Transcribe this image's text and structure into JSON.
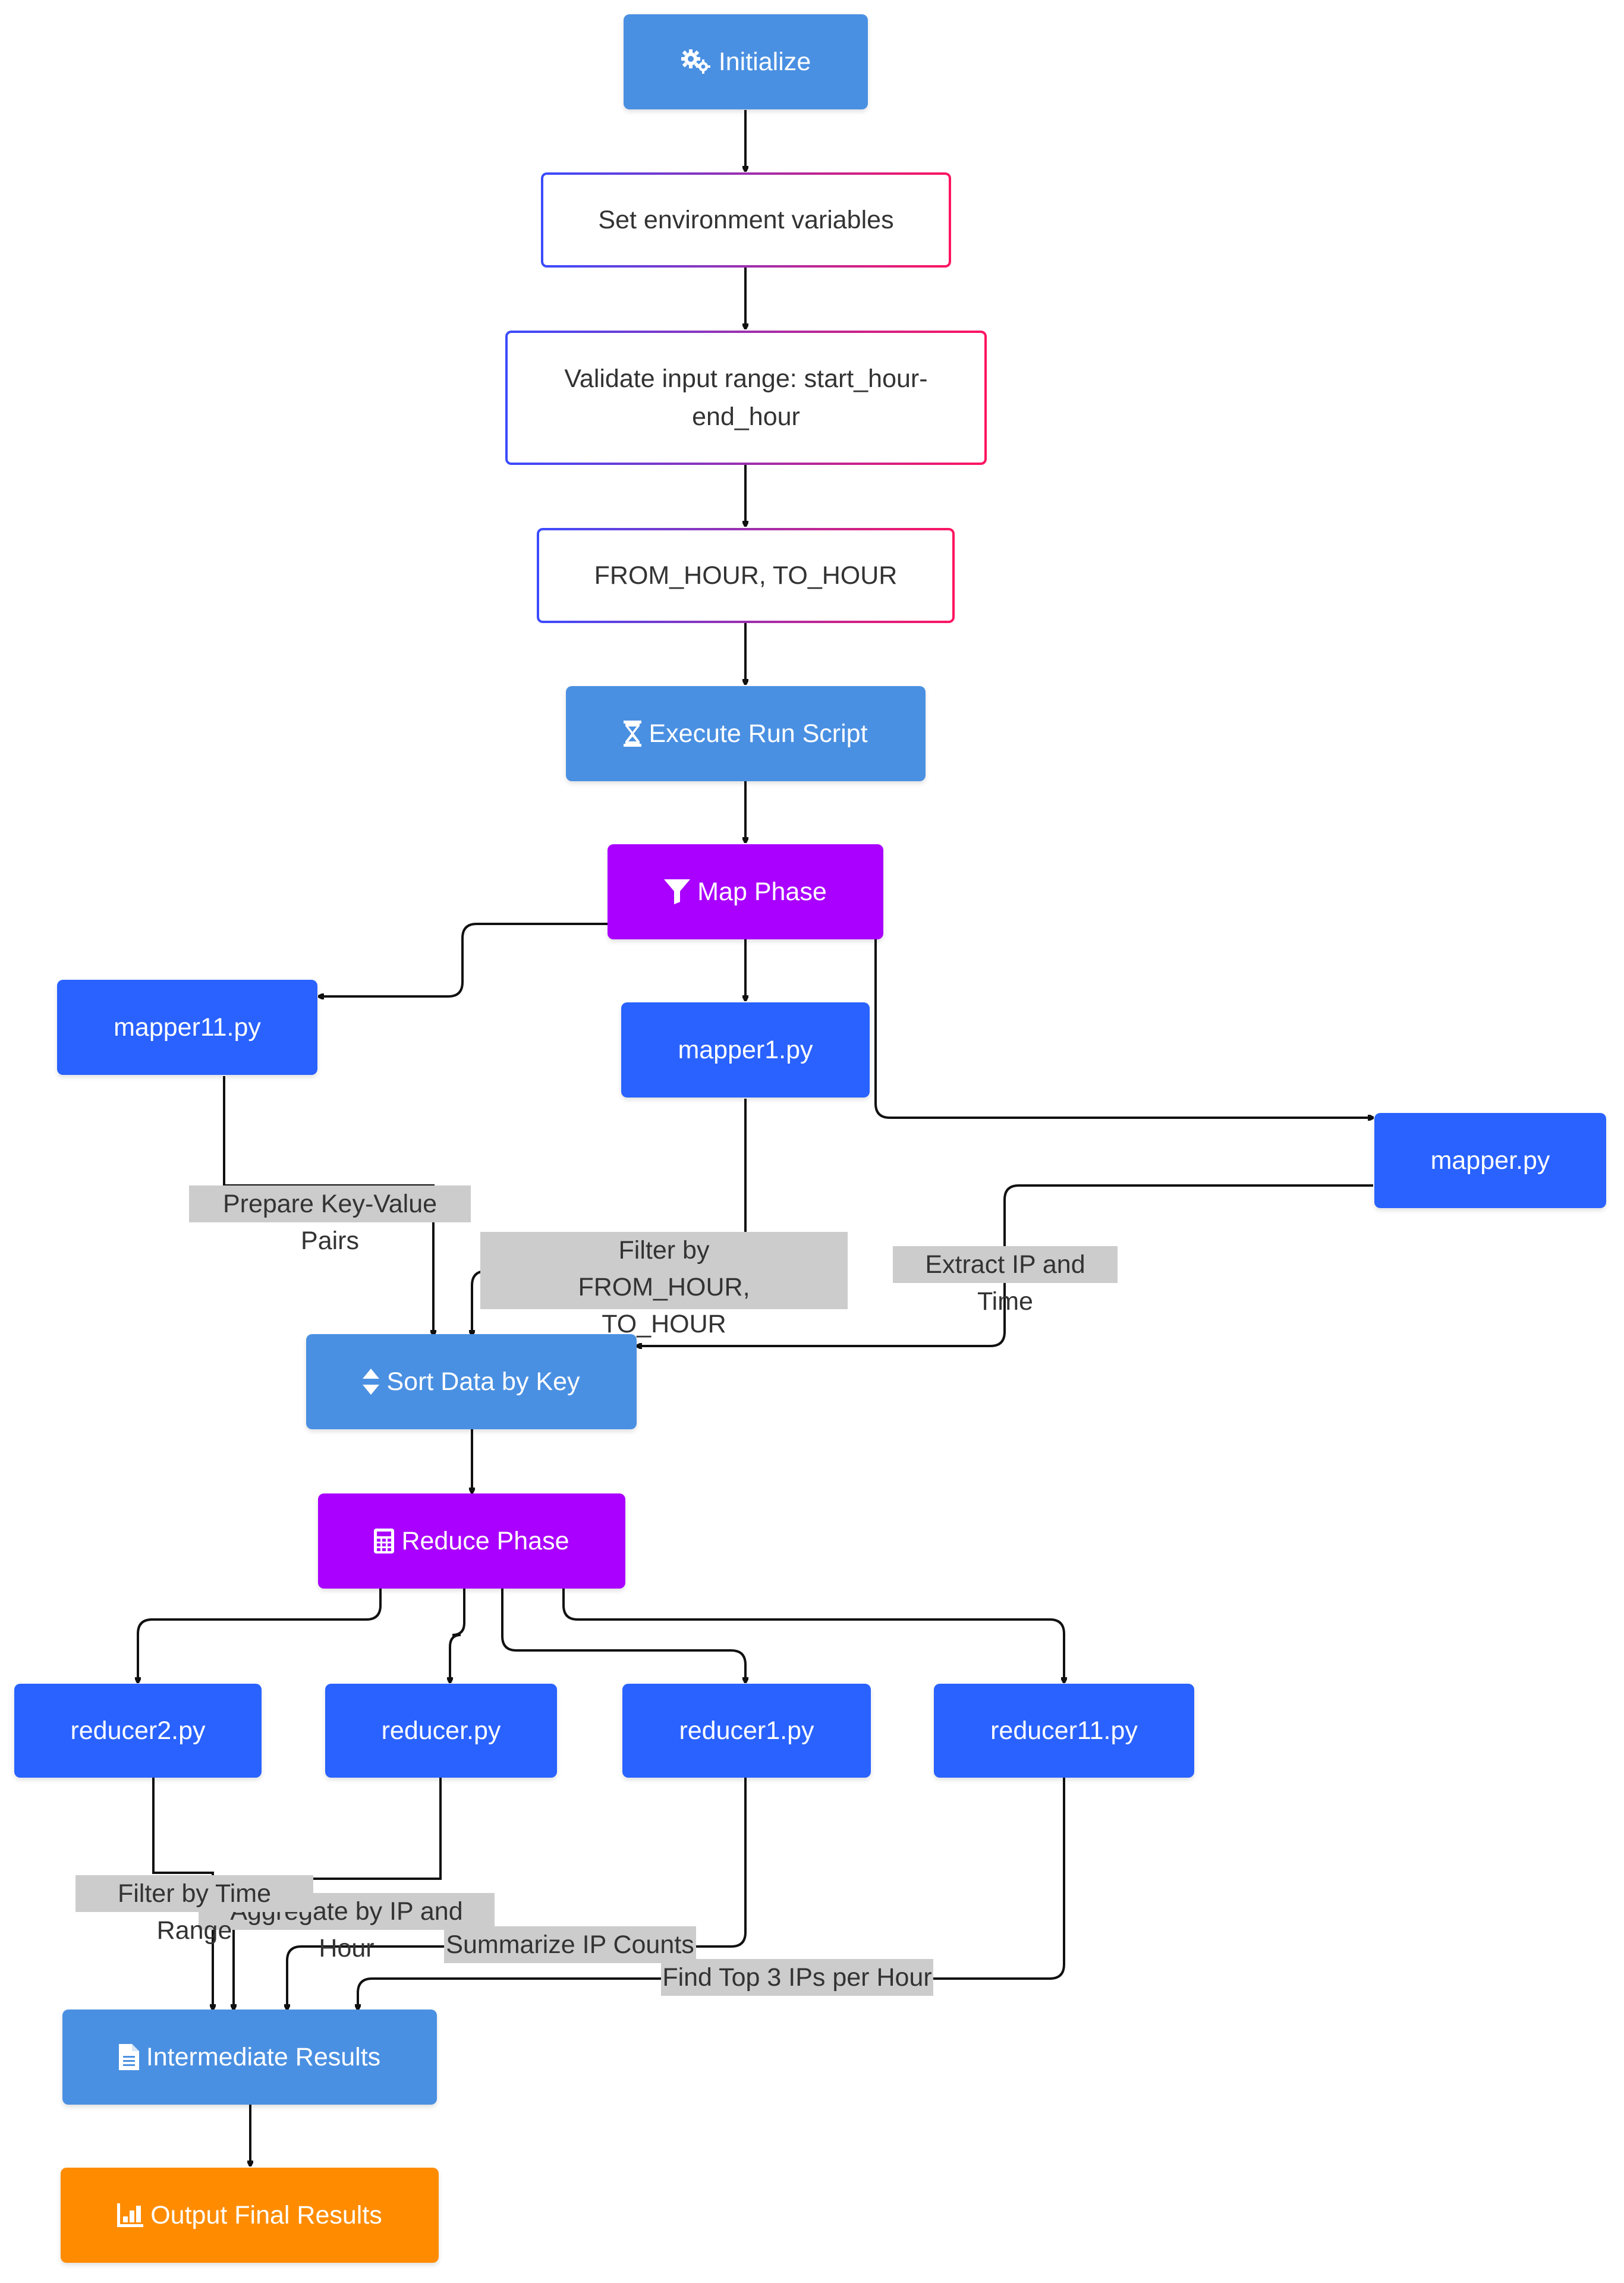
{
  "nodes": {
    "initialize": {
      "label": "Initialize",
      "icon": "gears-icon"
    },
    "set_env": {
      "label": "Set environment variables"
    },
    "validate": {
      "label": "Validate input range: start_hour-end_hour"
    },
    "from_to": {
      "label": "FROM_HOUR, TO_HOUR"
    },
    "execute": {
      "label": "Execute Run Script",
      "icon": "hourglass-icon"
    },
    "map_phase": {
      "label": "Map Phase",
      "icon": "filter-icon"
    },
    "mapper11": {
      "label": "mapper11.py"
    },
    "mapper1": {
      "label": "mapper1.py"
    },
    "mapper": {
      "label": "mapper.py"
    },
    "sort": {
      "label": "Sort Data by Key",
      "icon": "sort-icon"
    },
    "reduce_phase": {
      "label": "Reduce Phase",
      "icon": "calculator-icon"
    },
    "reducer2": {
      "label": "reducer2.py"
    },
    "reducer": {
      "label": "reducer.py"
    },
    "reducer1": {
      "label": "reducer1.py"
    },
    "reducer11": {
      "label": "reducer11.py"
    },
    "intermediate": {
      "label": "Intermediate Results",
      "icon": "file-icon"
    },
    "output": {
      "label": "Output Final Results",
      "icon": "chart-icon"
    }
  },
  "edge_labels": {
    "prepare_kv": "Prepare Key-Value Pairs",
    "filter_from_to": "Filter by FROM_HOUR, TO_HOUR",
    "extract_ip": "Extract IP and Time",
    "filter_time": "Filter by Time Range",
    "aggregate": "Aggregate by IP and Hour",
    "summarize": "Summarize IP Counts",
    "find_top": "Find Top 3 IPs per Hour"
  },
  "colors": {
    "process_node": "#4a90e2",
    "script_node": "#2962ff",
    "phase_node": "#aa00ff",
    "output_node": "#ff8c00",
    "outline_gradient": [
      "#3a4bff",
      "#ff1460"
    ],
    "edge_label_bg": "#cccccc"
  }
}
